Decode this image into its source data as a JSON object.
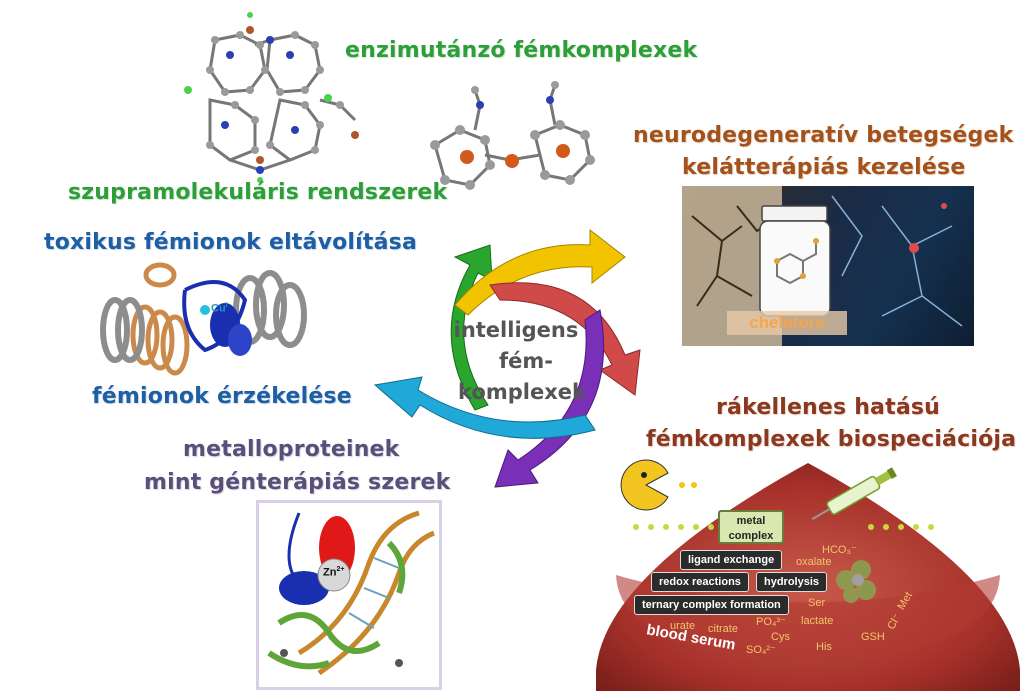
{
  "labels": {
    "supra": "szupramolekuláris rendszerek",
    "enzyme": "enzimutánzó fémkomplexek",
    "neuro_line1": "neurodegeneratív betegségek",
    "neuro_line2": "kelátterápiás kezelése",
    "toxic": "toxikus fémionok eltávolítása",
    "sensing": "fémionok érzékelése",
    "metallo_line1": "metalloproteinek",
    "metallo_line2": "mint génterápiás szerek",
    "anticancer_line1": "rákellenes hatású",
    "anticancer_line2": "fémkomplexek biospeciációja"
  },
  "center": {
    "line1": "intelligens",
    "line2": "fém-",
    "line3": "komplexek"
  },
  "panels": {
    "chelators_label": "chelators",
    "cu_label": "Cu",
    "cu_sup": "I",
    "zn_label": "Zn",
    "zn_sup": "2+"
  },
  "serum": {
    "metal_complex_line1": "metal",
    "metal_complex_line2": "complex",
    "ligand_exchange": "ligand exchange",
    "redox": "redox reactions",
    "hydrolysis": "hydrolysis",
    "ternary": "ternary complex formation",
    "blood_serum": "blood serum",
    "hco3": "HCO₃⁻",
    "oxalate": "oxalate",
    "ser": "Ser",
    "lactate": "lactate",
    "met": "Met",
    "cl": "Cl⁻",
    "gsh": "GSH",
    "his": "His",
    "cys": "Cys",
    "po4": "PO₄³⁻",
    "so4": "SO₄²⁻",
    "citrate": "citrate",
    "urate": "urate"
  },
  "colors": {
    "arrow_green": "#2aa52e",
    "arrow_yellow": "#f2c400",
    "arrow_red": "#d14a4a",
    "arrow_purple": "#7a2fb8",
    "arrow_cyan": "#1fa8d8"
  }
}
